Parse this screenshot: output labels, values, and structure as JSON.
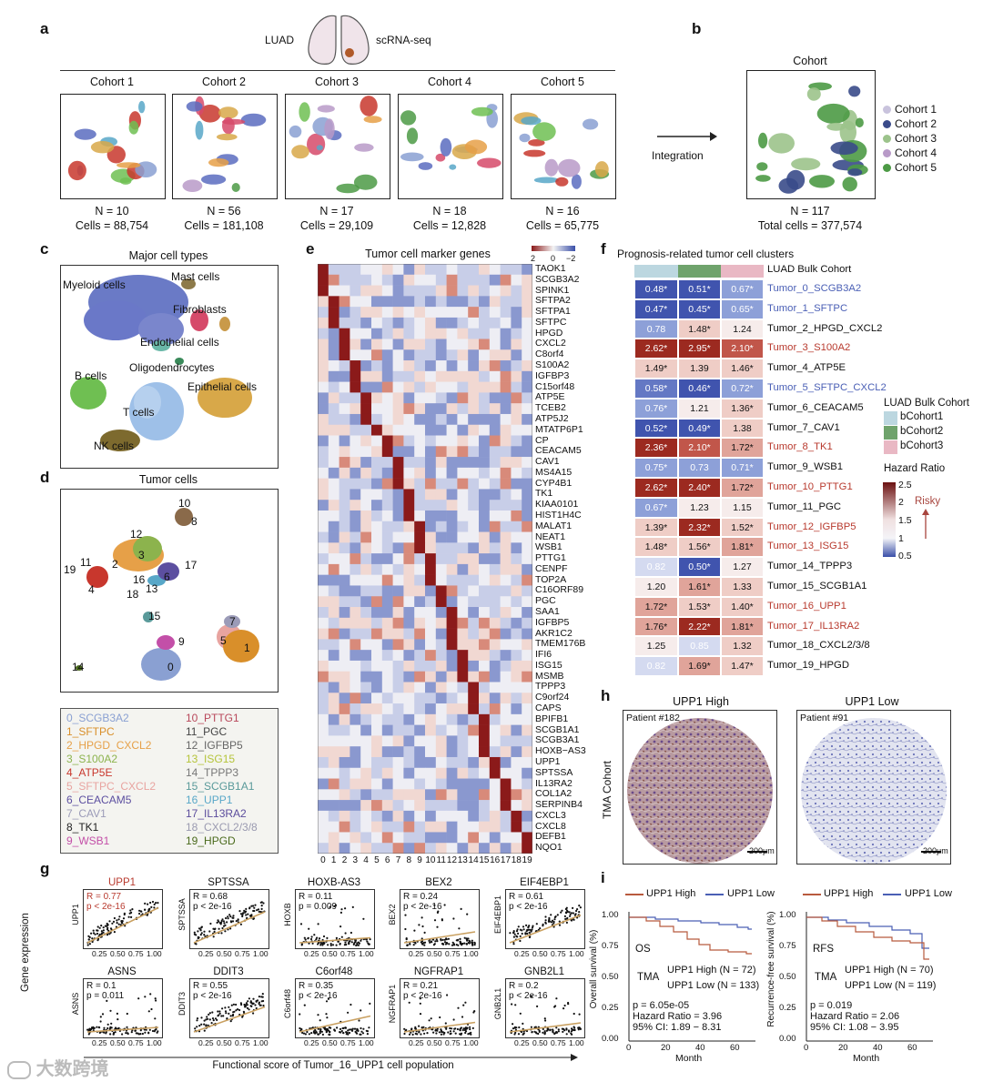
{
  "panel_letters": {
    "a": "a",
    "b": "b",
    "c": "c",
    "d": "d",
    "e": "e",
    "f": "f",
    "g": "g",
    "h": "h",
    "i": "i"
  },
  "panel_a": {
    "luad": "LUAD",
    "scrna": "scRNA-seq",
    "cohorts": [
      {
        "name": "Cohort 1",
        "n": "N = 10",
        "cells": "Cells = 88,754"
      },
      {
        "name": "Cohort 2",
        "n": "N = 56",
        "cells": "Cells = 181,108"
      },
      {
        "name": "Cohort 3",
        "n": "N = 17",
        "cells": "Cells = 29,109"
      },
      {
        "name": "Cohort 4",
        "n": "N = 18",
        "cells": "Cells = 12,828"
      },
      {
        "name": "Cohort 5",
        "n": "N = 16",
        "cells": "Cells = 65,775"
      }
    ]
  },
  "panel_b": {
    "title": "Cohort",
    "arrow_label": "Integration",
    "legend": [
      {
        "name": "Cohort 1",
        "color": "#c9c3dd"
      },
      {
        "name": "Cohort 2",
        "color": "#3a4b8a"
      },
      {
        "name": "Cohort 3",
        "color": "#9cc38b"
      },
      {
        "name": "Cohort 4",
        "color": "#b89ac8"
      },
      {
        "name": "Cohort 5",
        "color": "#4c9a45"
      }
    ],
    "n": "N = 117",
    "total": "Total cells = 377,574"
  },
  "panel_c": {
    "title": "Major cell types",
    "labels": {
      "myeloid": "Myeloid cells",
      "mast": "Mast cells",
      "fibro": "Fibroblasts",
      "endo": "Endothelial cells",
      "oligo": "Oligodendrocytes",
      "bcells": "B cells",
      "epi": "Epithelial cells",
      "tcells": "T cells",
      "nk": "NK cells"
    }
  },
  "panel_d": {
    "title": "Tumor cells",
    "legend_left": [
      {
        "text": "0_SCGB3A2",
        "color": "#8aa0d2"
      },
      {
        "text": "1_SFTPC",
        "color": "#d98f2a"
      },
      {
        "text": "2_HPGD_CXCL2",
        "color": "#e6a048"
      },
      {
        "text": "3_S100A2",
        "color": "#8cb34d"
      },
      {
        "text": "4_ATP5E",
        "color": "#c8372d"
      },
      {
        "text": "5_SFTPC_CXCL2",
        "color": "#e8a4a0"
      },
      {
        "text": "6_CEACAM5",
        "color": "#5c4fa0"
      },
      {
        "text": "7_CAV1",
        "color": "#9b9bb8"
      },
      {
        "text": "8_TK1",
        "color": "#222222"
      },
      {
        "text": "9_WSB1",
        "color": "#c34fa8"
      }
    ],
    "legend_right": [
      {
        "text": "10_PTTG1",
        "color": "#b8475a"
      },
      {
        "text": "11_PGC",
        "color": "#444444"
      },
      {
        "text": "12_IGFBP5",
        "color": "#666666"
      },
      {
        "text": "13_ISG15",
        "color": "#b5c43a"
      },
      {
        "text": "14_TPPP3",
        "color": "#777777"
      },
      {
        "text": "15_SCGB1A1",
        "color": "#5a9a9a"
      },
      {
        "text": "16_UPP1",
        "color": "#58a7c8"
      },
      {
        "text": "17_IL13RA2",
        "color": "#5b4c9c"
      },
      {
        "text": "18_CXCL2/3/8",
        "color": "#9a9ab0"
      },
      {
        "text": "19_HPGD",
        "color": "#4a6a1c"
      }
    ]
  },
  "panel_e": {
    "title": "Tumor cell marker genes",
    "scale_ticks": [
      "2",
      "0",
      "−2"
    ],
    "genes": [
      "TAOK1",
      "SCGB3A2",
      "SPINK1",
      "SFTPA2",
      "SFTPA1",
      "SFTPC",
      "HPGD",
      "CXCL2",
      "C8orf4",
      "S100A2",
      "IGFBP3",
      "C15orf48",
      "ATP5E",
      "TCEB2",
      "ATP5J2",
      "MTATP6P1",
      "CP",
      "CEACAM5",
      "CAV1",
      "MS4A15",
      "CYP4B1",
      "TK1",
      "KIAA0101",
      "HIST1H4C",
      "MALAT1",
      "NEAT1",
      "WSB1",
      "PTTG1",
      "CENPF",
      "TOP2A",
      "C16ORF89",
      "PGC",
      "SAA1",
      "IGFBP5",
      "AKR1C2",
      "TMEM176B",
      "IFI6",
      "ISG15",
      "MSMB",
      "TPPP3",
      "C9orf24",
      "CAPS",
      "BPIFB1",
      "SCGB1A1",
      "SCGB3A1",
      "HOXB−AS3",
      "UPP1",
      "SPTSSA",
      "IL13RA2",
      "COL1A2",
      "SERPINB4",
      "CXCL3",
      "CXCL8",
      "DEFB1",
      "NQO1"
    ],
    "clusters": [
      "0",
      "1",
      "2",
      "3",
      "4",
      "5",
      "6",
      "7",
      "8",
      "9",
      "10",
      "11",
      "12",
      "13",
      "14",
      "15",
      "16",
      "17",
      "18",
      "19"
    ]
  },
  "panel_f": {
    "title": "Prognosis-related tumor cell clusters",
    "header_label": "LUAD Bulk Cohort",
    "rows": [
      {
        "v": [
          "0.48*",
          "0.51*",
          "0.67*"
        ],
        "name": "Tumor_0_SCGB3A2",
        "color": "#4a5fb5"
      },
      {
        "v": [
          "0.47*",
          "0.45*",
          "0.65*"
        ],
        "name": "Tumor_1_SFTPC",
        "color": "#4a5fb5"
      },
      {
        "v": [
          "0.78",
          "1.48*",
          "1.24"
        ],
        "name": "Tumor_2_HPGD_CXCL2",
        "color": "#111111"
      },
      {
        "v": [
          "2.62*",
          "2.95*",
          "2.10*"
        ],
        "name": "Tumor_3_S100A2",
        "color": "#b83a2e"
      },
      {
        "v": [
          "1.49*",
          "1.39",
          "1.46*"
        ],
        "name": "Tumor_4_ATP5E",
        "color": "#111111"
      },
      {
        "v": [
          "0.58*",
          "0.46*",
          "0.72*"
        ],
        "name": "Tumor_5_SFTPC_CXCL2",
        "color": "#4a5fb5"
      },
      {
        "v": [
          "0.76*",
          "1.21",
          "1.36*"
        ],
        "name": "Tumor_6_CEACAM5",
        "color": "#111111"
      },
      {
        "v": [
          "0.52*",
          "0.49*",
          "1.38"
        ],
        "name": "Tumor_7_CAV1",
        "color": "#111111"
      },
      {
        "v": [
          "2.36*",
          "2.10*",
          "1.72*"
        ],
        "name": "Tumor_8_TK1",
        "color": "#b83a2e"
      },
      {
        "v": [
          "0.75*",
          "0.73",
          "0.71*"
        ],
        "name": "Tumor_9_WSB1",
        "color": "#111111"
      },
      {
        "v": [
          "2.62*",
          "2.40*",
          "1.72*"
        ],
        "name": "Tumor_10_PTTG1",
        "color": "#b83a2e"
      },
      {
        "v": [
          "0.67*",
          "1.23",
          "1.15"
        ],
        "name": "Tumor_11_PGC",
        "color": "#111111"
      },
      {
        "v": [
          "1.39*",
          "2.32*",
          "1.52*"
        ],
        "name": "Tumor_12_IGFBP5",
        "color": "#b83a2e"
      },
      {
        "v": [
          "1.48*",
          "1.56*",
          "1.81*"
        ],
        "name": "Tumor_13_ISG15",
        "color": "#b83a2e"
      },
      {
        "v": [
          "0.82",
          "0.50*",
          "1.27"
        ],
        "name": "Tumor_14_TPPP3",
        "color": "#111111"
      },
      {
        "v": [
          "1.20",
          "1.61*",
          "1.33"
        ],
        "name": "Tumor_15_SCGB1A1",
        "color": "#111111"
      },
      {
        "v": [
          "1.72*",
          "1.53*",
          "1.40*"
        ],
        "name": "Tumor_16_UPP1",
        "color": "#b83a2e"
      },
      {
        "v": [
          "1.76*",
          "2.22*",
          "1.81*"
        ],
        "name": "Tumor_17_IL13RA2",
        "color": "#b83a2e"
      },
      {
        "v": [
          "1.25",
          "0.85",
          "1.32"
        ],
        "name": "Tumor_18_CXCL2/3/8",
        "color": "#111111"
      },
      {
        "v": [
          "0.82",
          "1.69*",
          "1.47*"
        ],
        "name": "Tumor_19_HPGD",
        "color": "#111111"
      }
    ],
    "legend_title": "LUAD Bulk Cohort",
    "legend": [
      {
        "name": "bCohort1",
        "color": "#bcd7e0"
      },
      {
        "name": "bCohort2",
        "color": "#6fa36c"
      },
      {
        "name": "bCohort3",
        "color": "#e9b8c4"
      }
    ],
    "hr_title": "Hazard Ratio",
    "hr_ticks": [
      "2.5",
      "2",
      "1.5",
      "1",
      "0.5"
    ],
    "risky": "Risky"
  },
  "panel_g": {
    "ylabel": "Gene expression",
    "xlabel": "Functional score of Tumor_16_UPP1 cell population",
    "x_ticks": [
      "0.25",
      "0.50",
      "0.75",
      "1.00"
    ],
    "plots": [
      {
        "title": "UPP1",
        "r": "R = 0.77",
        "p": "p < 2e-16",
        "yl": "UPP1",
        "red": true
      },
      {
        "title": "SPTSSA",
        "r": "R = 0.68",
        "p": "p < 2e-16",
        "yl": "SPTSSA",
        "red": false
      },
      {
        "title": "HOXB-AS3",
        "r": "R = 0.11",
        "p": "p = 0.009",
        "yl": "HOXB",
        "red": false
      },
      {
        "title": "BEX2",
        "r": "R = 0.24",
        "p": "p < 2e-16",
        "yl": "BEX2",
        "red": false
      },
      {
        "title": "EIF4EBP1",
        "r": "R = 0.61",
        "p": "p < 2e-16",
        "yl": "EIF4EBP1",
        "red": false
      },
      {
        "title": "ASNS",
        "r": "R = 0.1",
        "p": "p = 0.011",
        "yl": "ASNS",
        "red": false
      },
      {
        "title": "DDIT3",
        "r": "R = 0.55",
        "p": "p < 2e-16",
        "yl": "DDIT3",
        "red": false
      },
      {
        "title": "C6orf48",
        "r": "R = 0.35",
        "p": "p < 2e-16",
        "yl": "C6orf48",
        "red": false
      },
      {
        "title": "NGFRAP1",
        "r": "R = 0.21",
        "p": "p < 2e-16",
        "yl": "NGFRAP1",
        "red": false
      },
      {
        "title": "GNB2L1",
        "r": "R = 0.2",
        "p": "p < 2e-16",
        "yl": "GNB2L1",
        "red": false
      }
    ]
  },
  "panel_h": {
    "high": "UPP1 High",
    "low": "UPP1 Low",
    "patient_high": "Patient #182",
    "patient_low": "Patient #91",
    "cohort": "TMA Cohort",
    "scale": "200μm"
  },
  "panel_i": {
    "legend_high": "UPP1 High",
    "legend_low": "UPP1 Low",
    "left": {
      "endpoint": "OS",
      "ylabel": "Overall survival (%)",
      "tma": "TMA",
      "nhigh": "UPP1 High (N = 72)",
      "nlow": "UPP1 Low (N = 133)",
      "p": "p = 6.05e-05",
      "hr": "Hazard Ratio = 3.96",
      "ci": "95% CI: 1.89 − 8.31"
    },
    "right": {
      "endpoint": "RFS",
      "ylabel": "Recurrence-free survival (%)",
      "tma": "TMA",
      "nhigh": "UPP1 High (N = 70)",
      "nlow": "UPP1 Low (N = 119)",
      "p": "p = 0.019",
      "hr": "Hazard Ratio = 2.06",
      "ci": "95% CI: 1.08 − 3.95"
    },
    "y_ticks": [
      "1.00",
      "0.75",
      "0.50",
      "0.25",
      "0.00"
    ],
    "x_ticks": [
      "0",
      "20",
      "40",
      "60"
    ],
    "xlabel": "Month",
    "color_high": "#b85a3e",
    "color_low": "#4a5fb5"
  },
  "watermark": "大数跨境"
}
